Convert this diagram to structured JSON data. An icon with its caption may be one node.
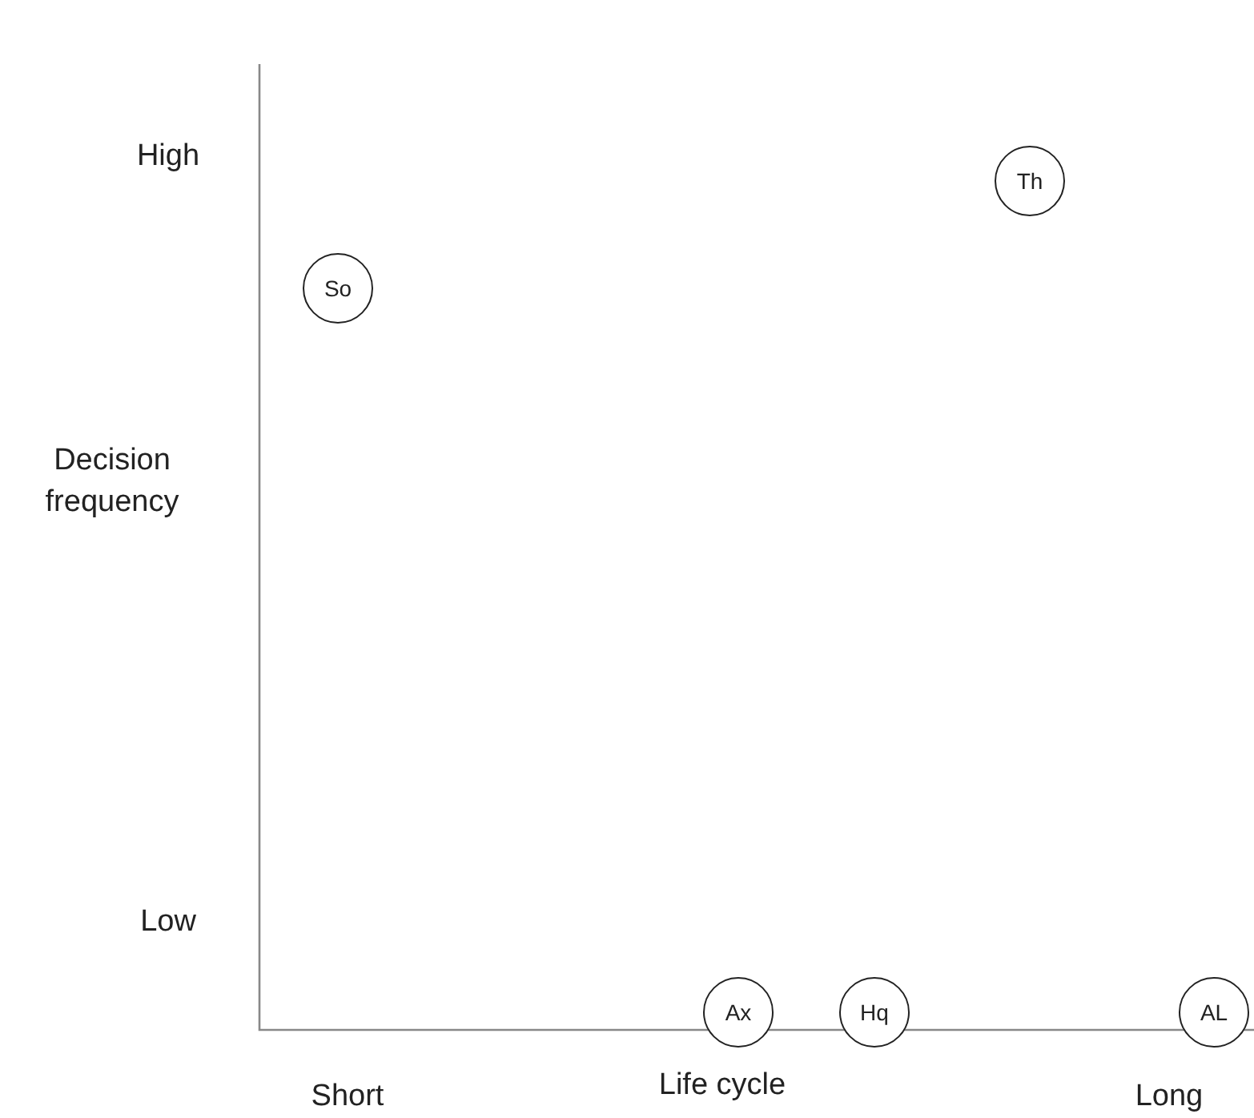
{
  "diagram": {
    "nodes": [
      {
        "text": [
          "Th"
        ]
      },
      {
        "text": [
          "So"
        ]
      },
      {
        "text": [
          "Ax"
        ]
      },
      {
        "text": [
          "Hq"
        ]
      },
      {
        "text": [
          "AL"
        ]
      }
    ],
    "edges": [],
    "labels": [
      "High",
      "Decision frequency",
      "Low",
      "Short",
      "Life cycle",
      "Long"
    ]
  }
}
